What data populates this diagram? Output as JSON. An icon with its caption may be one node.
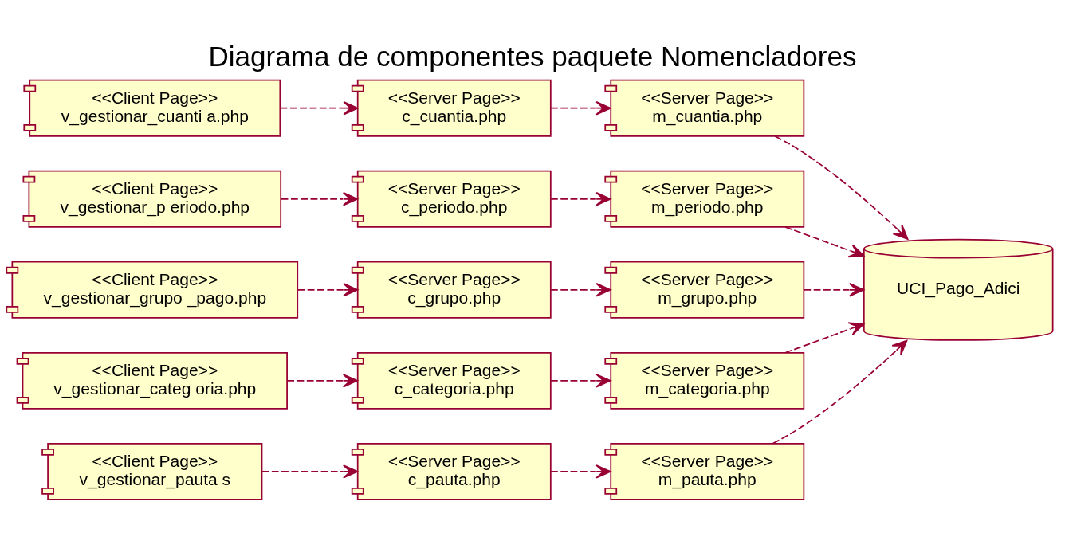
{
  "diagram": {
    "title": "Diagrama de componentes paquete Nomencladores",
    "nodes": [
      {
        "text": [
          "<<Client Page>>",
          "v_gestionar_cuanti a.php"
        ]
      },
      {
        "text": [
          "<<Server Page>>",
          "c_cuantia.php"
        ]
      },
      {
        "text": [
          "<<Server Page>>",
          "m_cuantia.php"
        ]
      },
      {
        "text": [
          "<<Client Page>>",
          "v_gestionar_p eriodo.php"
        ]
      },
      {
        "text": [
          "<<Server Page>>",
          "c_periodo.php"
        ]
      },
      {
        "text": [
          "<<Server Page>>",
          "m_periodo.php"
        ]
      },
      {
        "text": [
          "<<Client Page>>",
          "v_gestionar_grupo _pago.php"
        ]
      },
      {
        "text": [
          "<<Server Page>>",
          "c_grupo.php"
        ]
      },
      {
        "text": [
          "<<Server Page>>",
          "m_grupo.php"
        ]
      },
      {
        "text": [
          "<<Client Page>>",
          "v_gestionar_categ oria.php"
        ]
      },
      {
        "text": [
          "<<Server Page>>",
          "c_categoria.php"
        ]
      },
      {
        "text": [
          "<<Server Page>>",
          "m_categoria.php"
        ]
      },
      {
        "text": [
          "<<Client Page>>",
          "v_gestionar_pauta s"
        ]
      },
      {
        "text": [
          "<<Server Page>>",
          "c_pauta.php"
        ]
      },
      {
        "text": [
          "<<Server Page>>",
          "m_pauta.php"
        ]
      },
      {
        "text": [
          "UCI_Pago_Adici"
        ]
      }
    ],
    "edges": [
      {
        "from": 0,
        "to": 1,
        "arrow": "to",
        "style": "dashed"
      },
      {
        "from": 1,
        "to": 2,
        "arrow": "to",
        "style": "dashed"
      },
      {
        "from": 2,
        "to": 15,
        "arrow": "to",
        "style": "dashed"
      },
      {
        "from": 3,
        "to": 4,
        "arrow": "to",
        "style": "dashed"
      },
      {
        "from": 4,
        "to": 5,
        "arrow": "to",
        "style": "dashed"
      },
      {
        "from": 5,
        "to": 15,
        "arrow": "to",
        "style": "dashed"
      },
      {
        "from": 6,
        "to": 7,
        "arrow": "to",
        "style": "dashed"
      },
      {
        "from": 7,
        "to": 8,
        "arrow": "to",
        "style": "dashed"
      },
      {
        "from": 8,
        "to": 15,
        "arrow": "to",
        "style": "dashed"
      },
      {
        "from": 9,
        "to": 10,
        "arrow": "to",
        "style": "dashed"
      },
      {
        "from": 10,
        "to": 11,
        "arrow": "to",
        "style": "dashed"
      },
      {
        "from": 11,
        "to": 15,
        "arrow": "to",
        "style": "dashed"
      },
      {
        "from": 12,
        "to": 13,
        "arrow": "to",
        "style": "dashed"
      },
      {
        "from": 13,
        "to": 14,
        "arrow": "to",
        "style": "dashed"
      },
      {
        "from": 14,
        "to": 15,
        "arrow": "to",
        "style": "dashed"
      }
    ]
  }
}
